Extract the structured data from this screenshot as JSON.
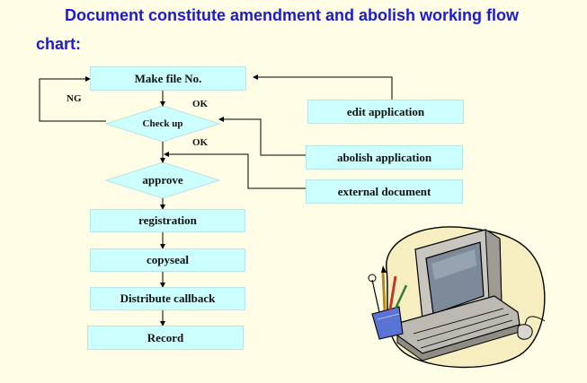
{
  "title": {
    "line1": "Document constitute amendment and abolish working flow",
    "line2": "chart:"
  },
  "flow": {
    "make_file": "Make file No.",
    "check_up": "Check up",
    "approve": "approve",
    "registration": "registration",
    "copyseal": "copyseal",
    "distribute": "Distribute callback",
    "record": "Record"
  },
  "inputs": {
    "edit": "edit application",
    "abolish": "abolish application",
    "external": "external document"
  },
  "labels": {
    "ng": "NG",
    "ok1": "OK",
    "ok2": "OK"
  },
  "colors": {
    "title": "#1a1ad6",
    "box_fill": "#ccffff",
    "background": "#fffde6",
    "clipart_blob": "#f6eec0"
  },
  "icons": {
    "clipart": "computer-with-pencil-cup-icon"
  }
}
